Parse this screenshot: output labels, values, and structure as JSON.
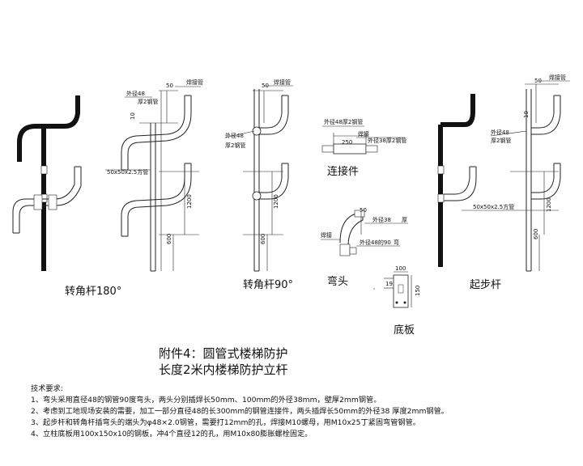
{
  "figures": {
    "corner180": {
      "label": "转角杆180°"
    },
    "corner90": {
      "label": "转角杆90°"
    },
    "connector": {
      "label": "连接件"
    },
    "elbow": {
      "label": "弯头"
    },
    "start": {
      "label": "起步杆"
    },
    "baseplate": {
      "label": "底板"
    }
  },
  "dims": {
    "d50": "50",
    "d10": "10",
    "d1200": "1200",
    "d600": "600",
    "d250": "250",
    "d100": "100",
    "d19": "19",
    "d150": "150",
    "steel_tube": "50x50x2.5方管"
  },
  "callouts": {
    "weld": "焊接",
    "bend_tube": "焊接管",
    "od48_2": "外径48厚2钢管",
    "od48_side_a": "外径48",
    "od48_side_b": "厚2钢管",
    "od38": "外径38厚2钢管",
    "elbow_od38_a": "外径38",
    "elbow_od38_b": "厚",
    "elbow_od48": "外径48的90",
    "elbow_od48_b": "弯",
    "start_od48_a": "外径48",
    "start_od48_b": "厚2钢管"
  },
  "title": {
    "line1": "附件4：圆管式楼梯防护",
    "line2": "长度2米内楼梯防护立杆"
  },
  "notes": {
    "heading": "技术要求:",
    "items": [
      "1、弯头采用直径48的钢管90度弯头，两头分别插焊长50mm、100mm的外径38mm，壁厚2mm钢管。",
      "2、考虑到工地现场安装的需要，加工一部分直径48的长300mm的钢管连接件，两头插焊长50mm的外径38  厚度2mm钢管。",
      "3、起步杆和转角杆插弯头的端头为φ48×2.0钢管，需要打12mm的孔，焊接M10螺母，用M10x25丁紧固弯管钢管。",
      "4、立柱底板用100x150x10的钢板，冲4个直径12的孔，用M10x80膨胀螺栓固定。"
    ]
  }
}
